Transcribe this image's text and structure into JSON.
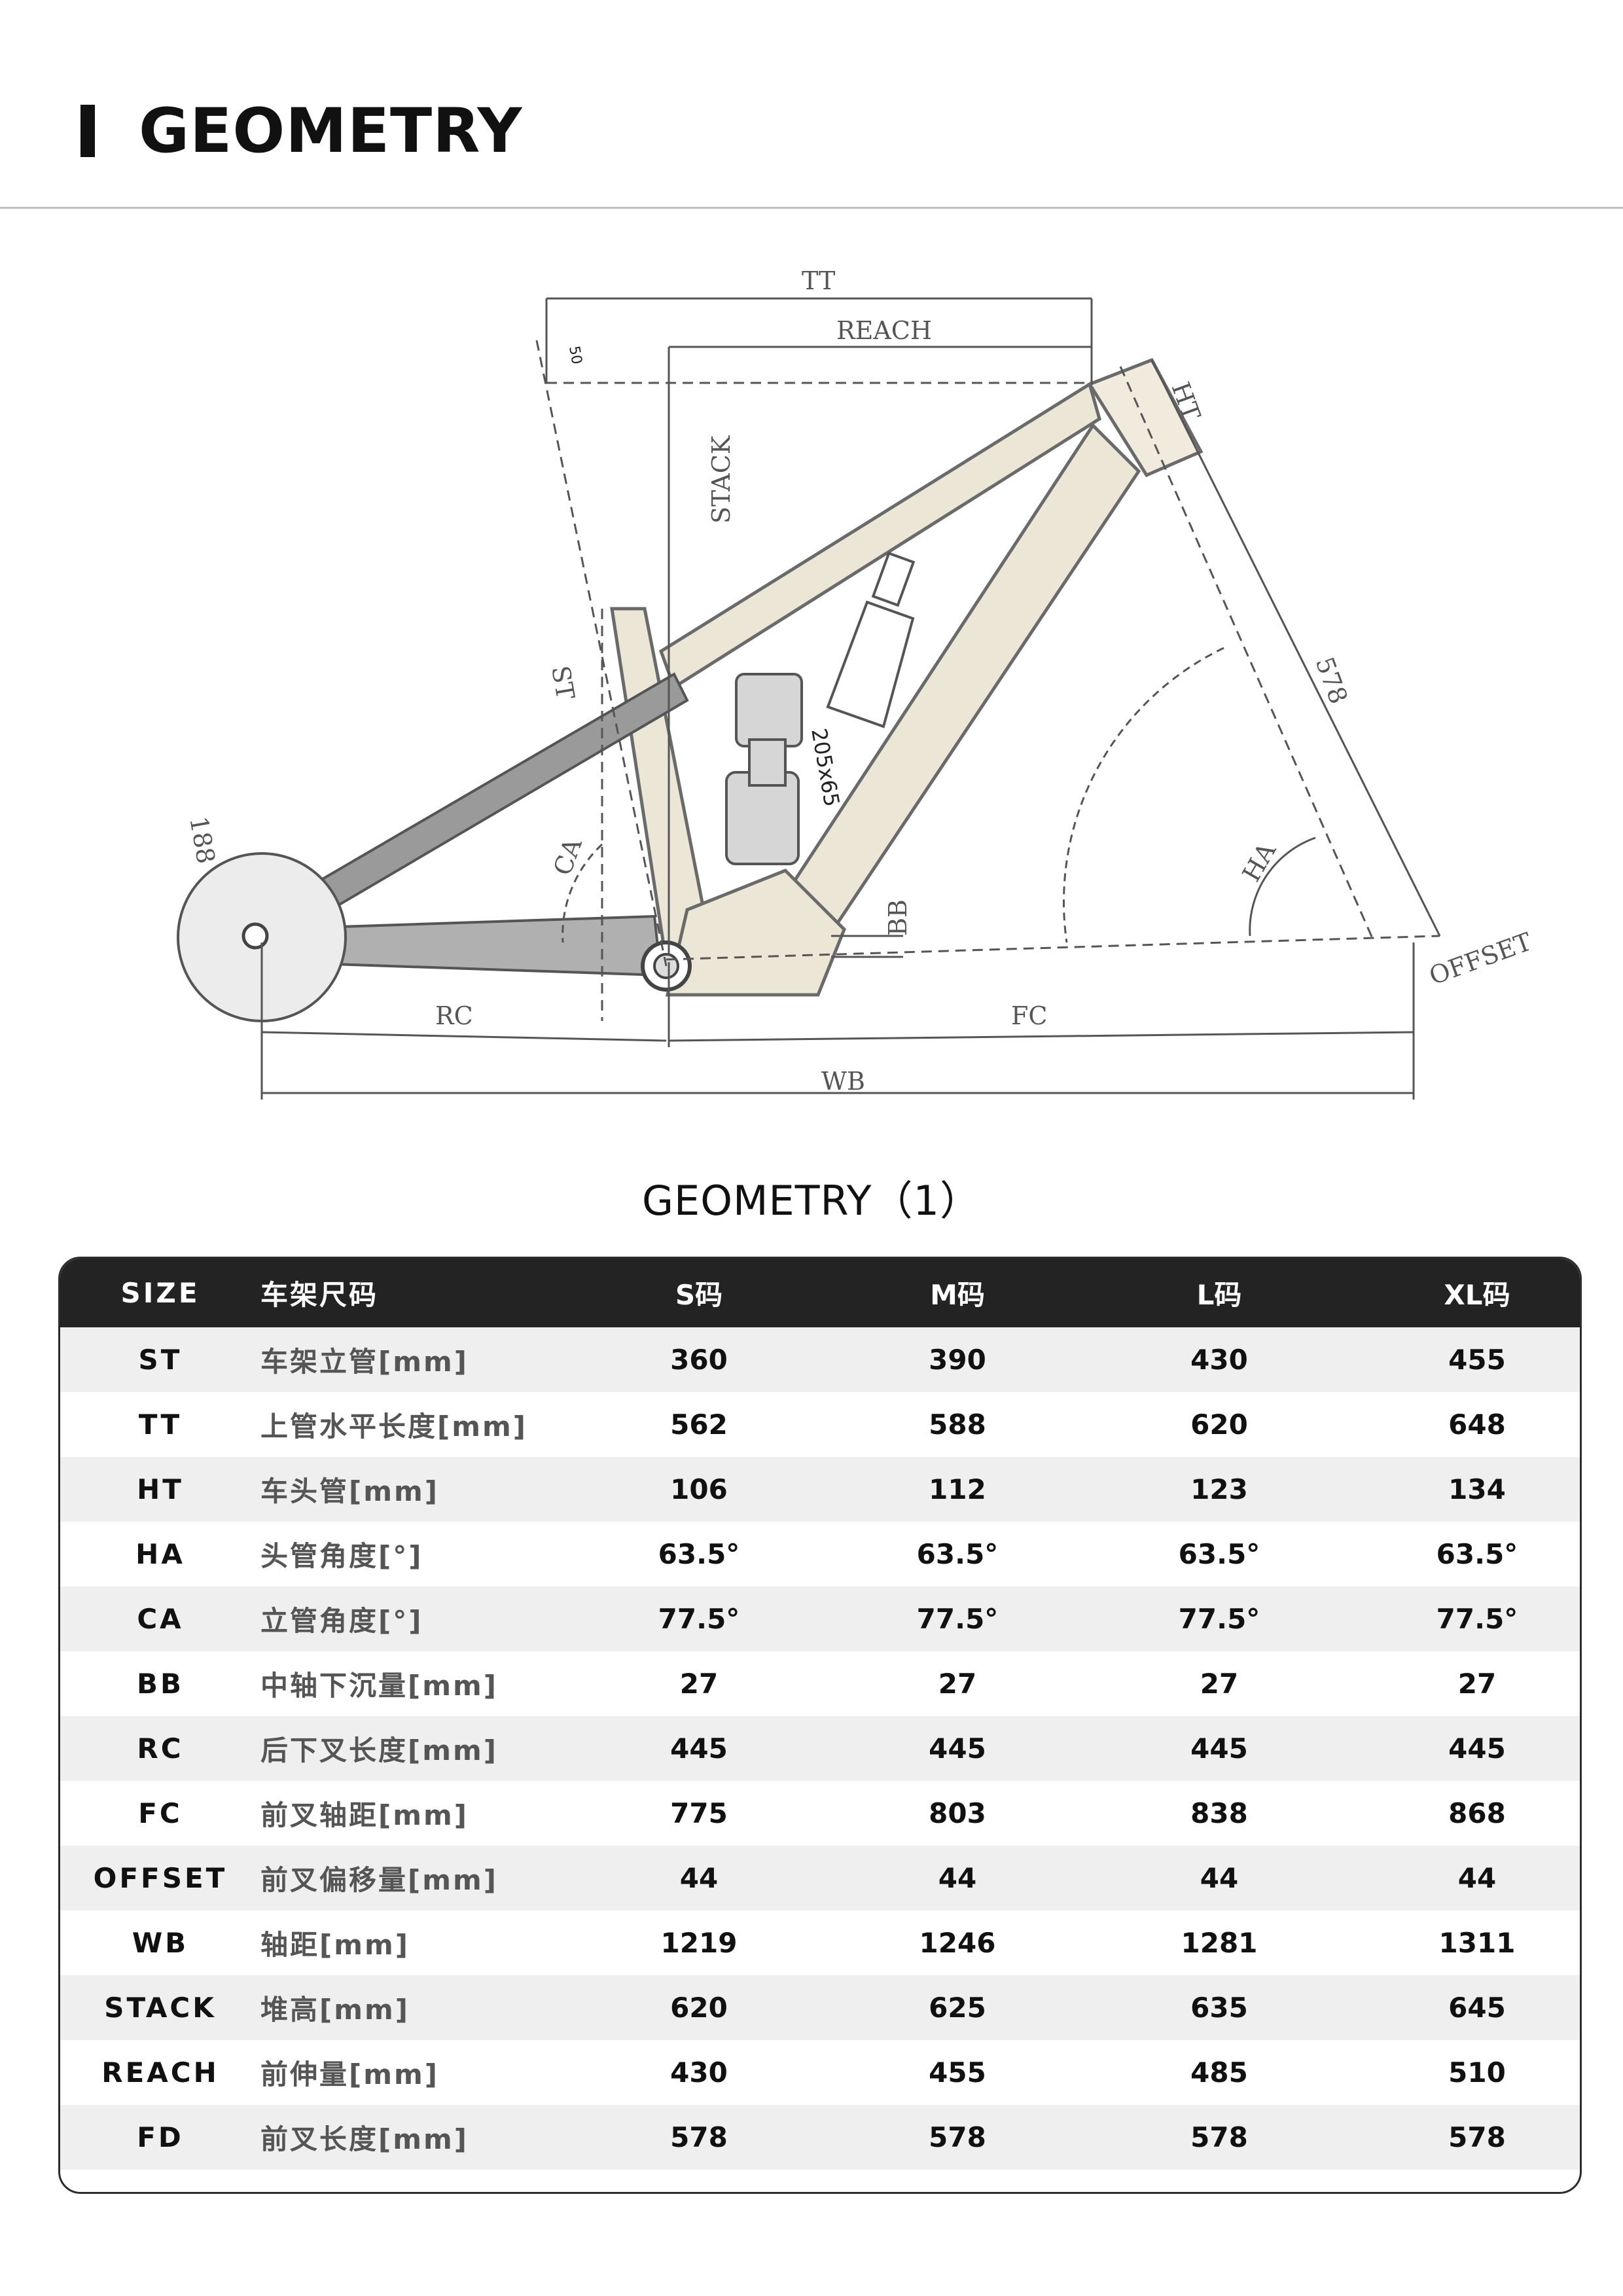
{
  "header": {
    "title": "GEOMETRY"
  },
  "diagram": {
    "labels": {
      "tt": "TT",
      "reach": "REACH",
      "stack": "STACK",
      "ht": "HT",
      "fd": "578",
      "st": "ST",
      "ca": "CA",
      "ha": "HA",
      "bb": "BB",
      "rc": "RC",
      "fc": "FC",
      "wb": "WB",
      "offset": "OFFSET",
      "shock": "205x65",
      "seat_offset": "50",
      "chainring": "188"
    }
  },
  "table": {
    "title": "GEOMETRY（1）",
    "header": {
      "size": "SIZE",
      "cn": "车架尺码",
      "s": "S码",
      "m": "M码",
      "l": "L码",
      "xl": "XL码"
    },
    "rows": [
      {
        "size": "ST",
        "cn": "车架立管[mm]",
        "s": "360",
        "m": "390",
        "l": "430",
        "xl": "455"
      },
      {
        "size": "TT",
        "cn": "上管水平长度[mm]",
        "s": "562",
        "m": "588",
        "l": "620",
        "xl": "648"
      },
      {
        "size": "HT",
        "cn": "车头管[mm]",
        "s": "106",
        "m": "112",
        "l": "123",
        "xl": "134"
      },
      {
        "size": "HA",
        "cn": "头管角度[°]",
        "s": "63.5°",
        "m": "63.5°",
        "l": "63.5°",
        "xl": "63.5°"
      },
      {
        "size": "CA",
        "cn": "立管角度[°]",
        "s": "77.5°",
        "m": "77.5°",
        "l": "77.5°",
        "xl": "77.5°"
      },
      {
        "size": "BB",
        "cn": "中轴下沉量[mm]",
        "s": "27",
        "m": "27",
        "l": "27",
        "xl": "27"
      },
      {
        "size": "RC",
        "cn": "后下叉长度[mm]",
        "s": "445",
        "m": "445",
        "l": "445",
        "xl": "445"
      },
      {
        "size": "FC",
        "cn": "前叉轴距[mm]",
        "s": "775",
        "m": "803",
        "l": "838",
        "xl": "868"
      },
      {
        "size": "OFFSET",
        "cn": "前叉偏移量[mm]",
        "s": "44",
        "m": "44",
        "l": "44",
        "xl": "44"
      },
      {
        "size": "WB",
        "cn": "轴距[mm]",
        "s": "1219",
        "m": "1246",
        "l": "1281",
        "xl": "1311"
      },
      {
        "size": "STACK",
        "cn": "堆高[mm]",
        "s": "620",
        "m": "625",
        "l": "635",
        "xl": "645"
      },
      {
        "size": "REACH",
        "cn": "前伸量[mm]",
        "s": "430",
        "m": "455",
        "l": "485",
        "xl": "510"
      },
      {
        "size": "FD",
        "cn": "前叉长度[mm]",
        "s": "578",
        "m": "578",
        "l": "578",
        "xl": "578"
      }
    ]
  }
}
